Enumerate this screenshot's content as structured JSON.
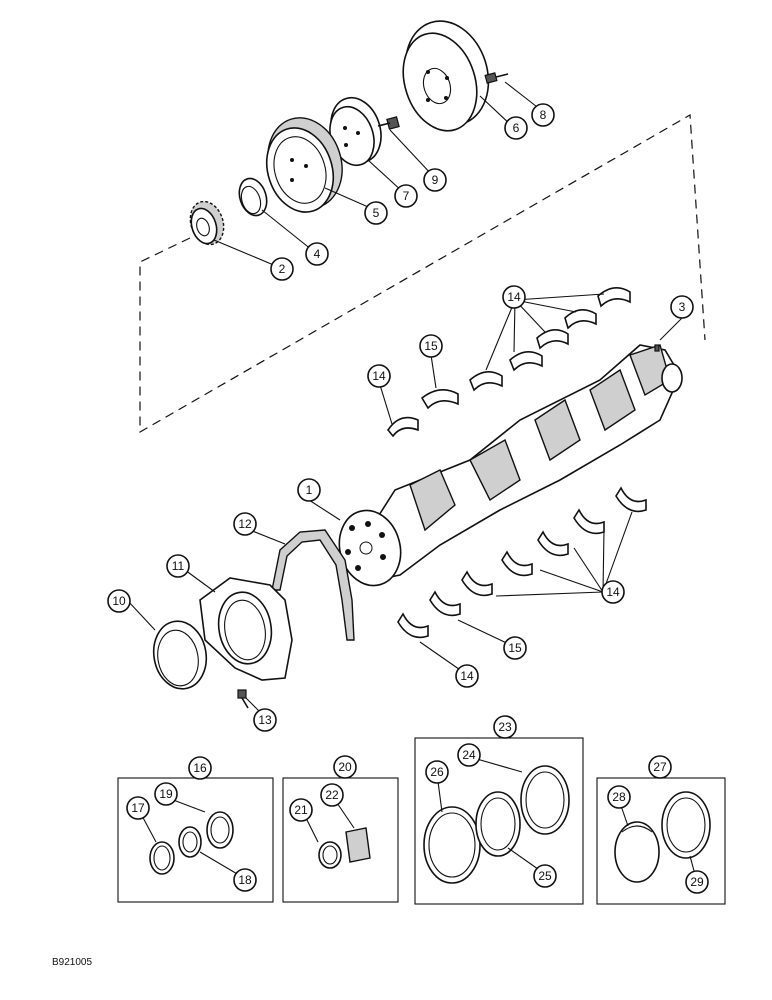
{
  "figure_code": "B921005",
  "callouts": {
    "c1": "1",
    "c2": "2",
    "c3": "3",
    "c4": "4",
    "c5": "5",
    "c6": "6",
    "c7": "7",
    "c8": "8",
    "c9": "9",
    "c10": "10",
    "c11": "11",
    "c12": "12",
    "c13": "13",
    "c14a": "14",
    "c14b": "14",
    "c14c": "14",
    "c14d": "14",
    "c15a": "15",
    "c15b": "15",
    "c16": "16",
    "c17": "17",
    "c18": "18",
    "c19": "19",
    "c20": "20",
    "c21": "21",
    "c22": "22",
    "c23": "23",
    "c24": "24",
    "c25": "25",
    "c26": "26",
    "c27": "27",
    "c28": "28",
    "c29": "29"
  },
  "kits": [
    {
      "id": "16",
      "contents": [
        "17",
        "18",
        "19"
      ]
    },
    {
      "id": "20",
      "contents": [
        "21",
        "22"
      ]
    },
    {
      "id": "23",
      "contents": [
        "24",
        "25",
        "26"
      ]
    },
    {
      "id": "27",
      "contents": [
        "28",
        "29"
      ]
    }
  ]
}
